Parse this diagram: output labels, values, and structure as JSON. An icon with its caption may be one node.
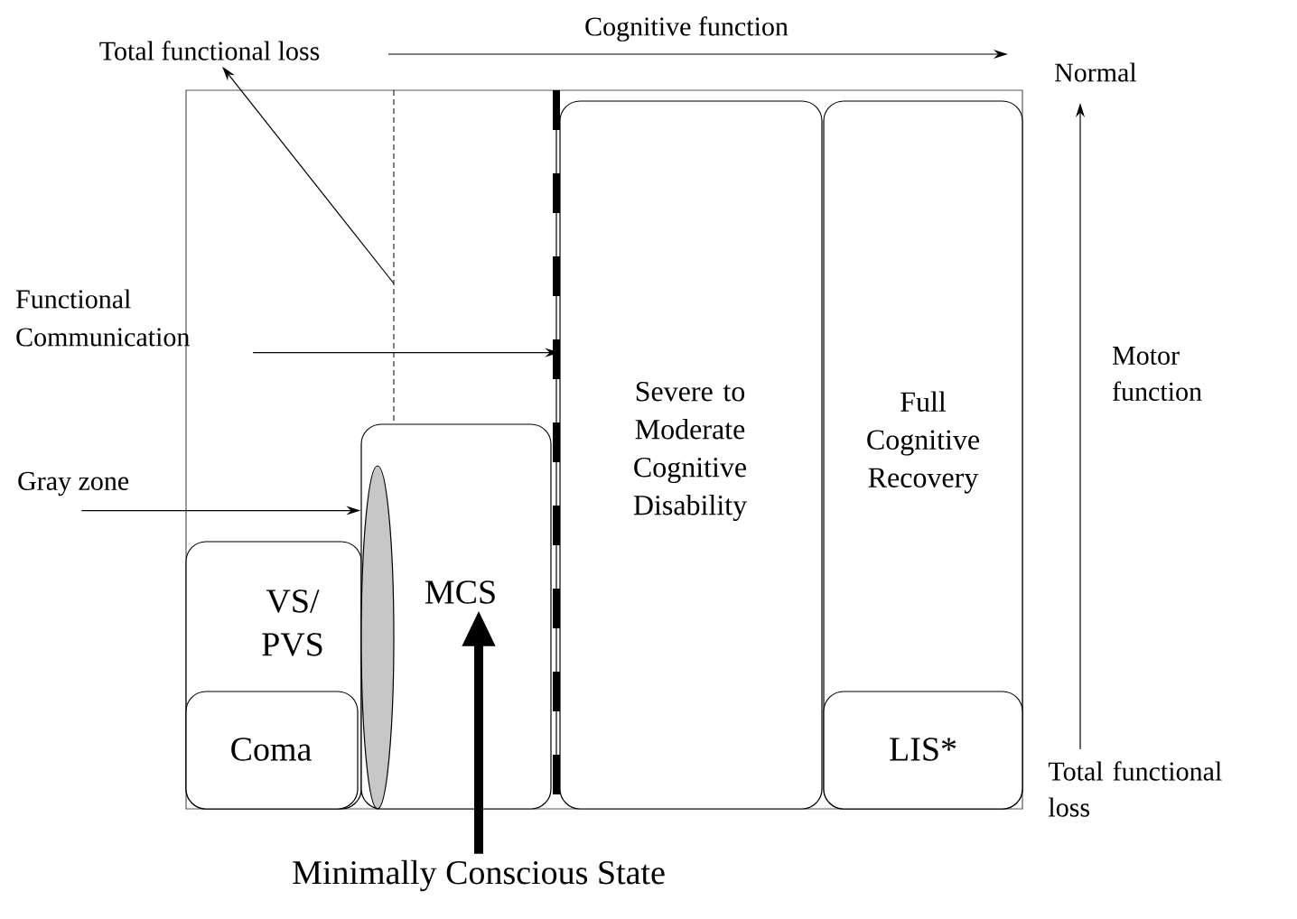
{
  "diagram": {
    "nodes": [
      {
        "text": [
          "Total functional loss"
        ]
      },
      {
        "text": [
          "Functional Communication"
        ]
      },
      {
        "text": [
          "Gray zone"
        ]
      },
      {
        "text": [
          "VS/ PVS"
        ]
      },
      {
        "text": [
          "Coma"
        ],
        "in": 3
      },
      {
        "text": [],
        "shape": "ellipse",
        "in": 6
      },
      {
        "text": [
          "MCS"
        ]
      },
      {
        "text": [
          "Severe to Moderate Cognitive Disability"
        ]
      },
      {
        "text": [
          "Full Cognitive Recovery"
        ]
      },
      {
        "text": [
          "LIS*"
        ],
        "in": 8
      },
      {
        "text": [
          "Minimally Conscious State"
        ]
      }
    ],
    "edges": [
      {
        "from": null,
        "to": 0,
        "arrow": "to"
      },
      {
        "from": 1,
        "to": 7,
        "arrow": "to"
      },
      {
        "from": 2,
        "to": 5,
        "arrow": "to"
      },
      {
        "from": 10,
        "to": 6,
        "arrow": "to",
        "style": "thick"
      }
    ],
    "labels": [
      "Cognitive function",
      "Normal",
      "Motor function",
      "Total functional loss"
    ]
  }
}
